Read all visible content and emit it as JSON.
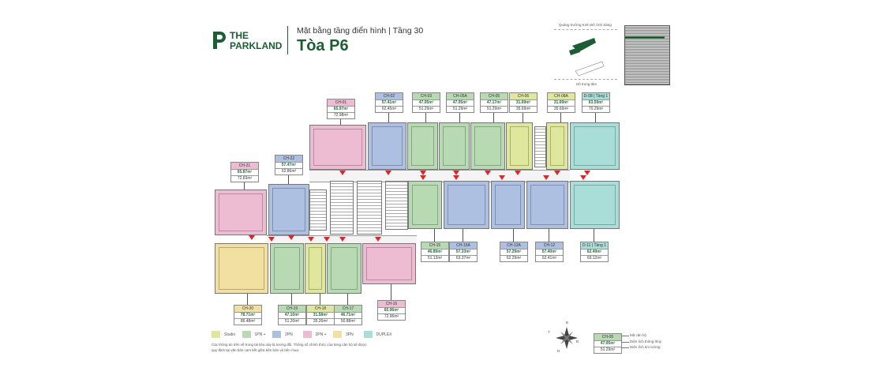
{
  "header": {
    "brand_line1": "THE",
    "brand_line2": "PARKLAND",
    "subtitle": "Mặt bằng tầng điển hình | Tầng 30",
    "title": "Tòa P6"
  },
  "site": {
    "top_label": "Quảng trường Kinh Đô Ánh Sáng",
    "bottom_label": "Hồ trung tâm"
  },
  "colors": {
    "studio": "#dfe79c",
    "1pn": "#b7dab3",
    "2pn": "#aec0e2",
    "2pn_plus": "#edbcd3",
    "3pn": "#f2e0a0",
    "duplex": "#a9ded8",
    "brand": "#1b5e33"
  },
  "units": [
    {
      "code": "CH-01",
      "type": "2pn_plus",
      "net": "65.97m²",
      "gross": "72.98m²"
    },
    {
      "code": "CH-02",
      "type": "2pn",
      "net": "57.41m²",
      "gross": "62.45m²"
    },
    {
      "code": "CH-03",
      "type": "1pn",
      "net": "47.05m²",
      "gross": "51.29m²"
    },
    {
      "code": "CH-05A",
      "type": "1pn",
      "net": "47.05m²",
      "gross": "51.29m²"
    },
    {
      "code": "CH-05",
      "type": "1pn",
      "net": "47.17m²",
      "gross": "51.29m²"
    },
    {
      "code": "CH-06",
      "type": "studio",
      "net": "31.69m²",
      "gross": "35.69m²"
    },
    {
      "code": "CH-08A",
      "type": "studio",
      "net": "31.69m²",
      "gross": "35.69m²"
    },
    {
      "code": "D-08 | Tầng 1",
      "type": "duplex",
      "net": "63.59m²",
      "gross": "70.29m²"
    },
    {
      "code": "CH-21",
      "type": "2pn_plus",
      "net": "65.87m²",
      "gross": "72.83m²"
    },
    {
      "code": "CH-22",
      "type": "2pn",
      "net": "57.47m²",
      "gross": "62.86m²"
    },
    {
      "code": "CH-15",
      "type": "1pn",
      "net": "46.89m²",
      "gross": "51.13m²"
    },
    {
      "code": "CH-15A",
      "type": "2pn",
      "net": "57.33m²",
      "gross": "63.37m²"
    },
    {
      "code": "CH-12A",
      "type": "2pn",
      "net": "57.29m²",
      "gross": "62.29m²"
    },
    {
      "code": "CH-12",
      "type": "2pn",
      "net": "57.40m²",
      "gross": "62.41m²"
    },
    {
      "code": "D-11 | Tầng 1",
      "type": "duplex",
      "net": "62.49m²",
      "gross": "69.12m²"
    },
    {
      "code": "CH-20",
      "type": "3pn",
      "net": "78.71m²",
      "gross": "86.48m²"
    },
    {
      "code": "CH-19",
      "type": "1pn",
      "net": "47.10m²",
      "gross": "51.20m²"
    },
    {
      "code": "CH-18",
      "type": "studio",
      "net": "31.58m²",
      "gross": "35.26m²"
    },
    {
      "code": "CH-17",
      "type": "1pn",
      "net": "46.71m²",
      "gross": "50.88m²"
    },
    {
      "code": "CH-16",
      "type": "2pn_plus",
      "net": "65.96m²",
      "gross": "72.96m²"
    }
  ],
  "legend": [
    {
      "key": "studio",
      "label": "Studio"
    },
    {
      "key": "1pn",
      "label": "1PN +"
    },
    {
      "key": "2pn",
      "label": "2PN"
    },
    {
      "key": "2pn_plus",
      "label": "2PN +"
    },
    {
      "key": "3pn",
      "label": "3PN"
    },
    {
      "key": "duplex",
      "label": "DUPLEX"
    }
  ],
  "note": "Các thông tin trên về trong tài liệu này là tương đối. Thông số chính thức của từng căn hộ sẽ được quy định tại văn bản cam kết giữa bên bán và bên mua.",
  "compass": {
    "n": "B",
    "e": "Đ",
    "s": "N",
    "w": "T"
  },
  "key_sample": {
    "code": "CH-05",
    "net": "47.05m²",
    "gross": "51.29m²",
    "code_label": "Mã căn hộ",
    "net_label": "Diện tích thông thủy",
    "gross_label": "Diện tích tim tường"
  }
}
